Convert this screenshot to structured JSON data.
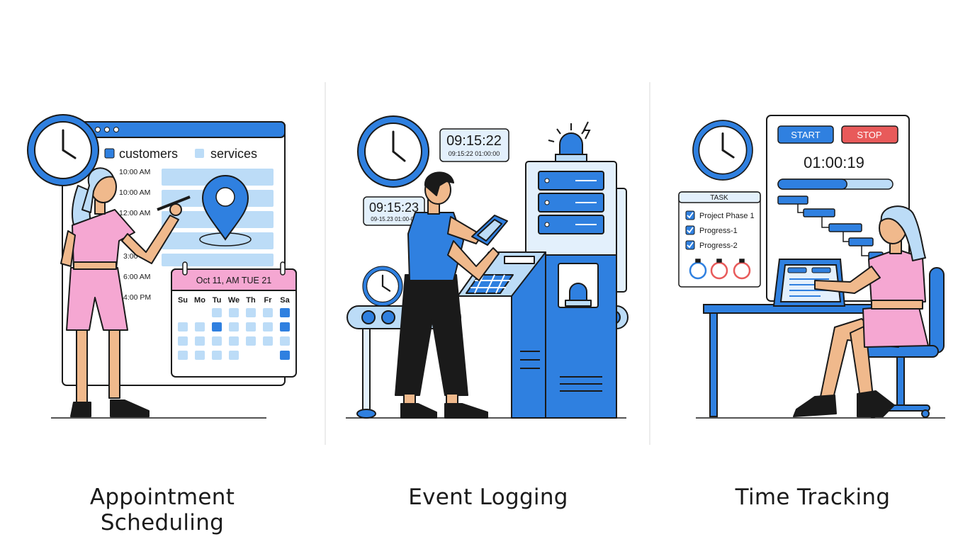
{
  "colors": {
    "blue": "#2f80e0",
    "light_blue": "#bcdcf7",
    "pale_blue": "#e3f0fc",
    "pink": "#f5a7d2",
    "red": "#e85a5a",
    "outline": "#1a1a1a",
    "skin": "#f0b98c"
  },
  "panels": [
    {
      "title": "Appointment Scheduling",
      "legend": {
        "customers": "customers",
        "services": "services"
      },
      "times": [
        "10:00 AM",
        "10:00 AM",
        "12:00 AM",
        "3:00",
        "6:00 AM",
        "4:00 PM"
      ],
      "calendar": {
        "header": "Oct 11, AM TUE 21",
        "days": [
          "Su",
          "Mo",
          "Tu",
          "We",
          "Th",
          "Fr",
          "Sa"
        ]
      }
    },
    {
      "title": "Event Logging",
      "log_top": {
        "time": "09:15:22",
        "sub": "09:15:22 01:00:00"
      },
      "log_bottom": {
        "time": "09:15:23",
        "sub": "09-15.23 01:00-08"
      }
    },
    {
      "title": "Time Tracking",
      "start_label": "START",
      "stop_label": "STOP",
      "timer": "01:00:19",
      "progress": 0.6,
      "task": {
        "header": "TASK",
        "items": [
          "Project Phase 1",
          "Progress-1",
          "Progress-2"
        ]
      }
    }
  ]
}
